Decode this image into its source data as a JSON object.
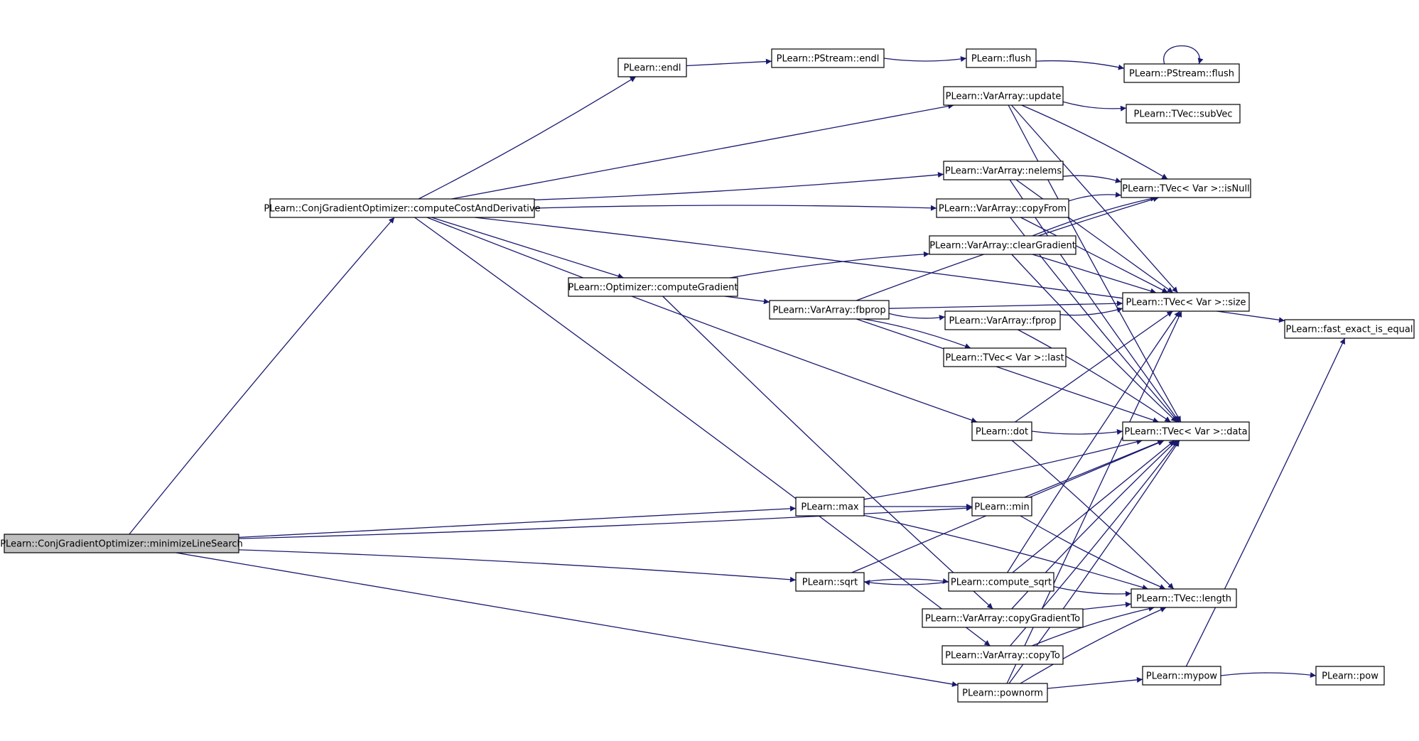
{
  "colors": {
    "edge": "#191970",
    "root_fill": "#bfbfbf",
    "node_fill": "#ffffff"
  },
  "nodes": {
    "root": "PLearn::ConjGradientOptimizer::minimizeLineSearch",
    "ccad": "PLearn::ConjGradientOptimizer::computeCostAndDerivative",
    "endl": "PLearn::endl",
    "psendl": "PLearn::PStream::endl",
    "flush": "PLearn::flush",
    "psflush": "PLearn::PStream::flush",
    "update": "PLearn::VarArray::update",
    "subvec": "PLearn::TVec::subVec",
    "nelems": "PLearn::VarArray::nelems",
    "isnull": "PLearn::TVec< Var >::isNull",
    "copyfrom": "PLearn::VarArray::copyFrom",
    "cleargrad": "PLearn::VarArray::clearGradient",
    "compgrad": "PLearn::Optimizer::computeGradient",
    "size": "PLearn::TVec< Var >::size",
    "fbprop": "PLearn::VarArray::fbprop",
    "fprop": "PLearn::VarArray::fprop",
    "fee": "PLearn::fast_exact_is_equal",
    "last": "PLearn::TVec< Var >::last",
    "dot": "PLearn::dot",
    "data": "PLearn::TVec< Var >::data",
    "max": "PLearn::max",
    "min": "PLearn::min",
    "sqrt": "PLearn::sqrt",
    "csqrt": "PLearn::compute_sqrt",
    "length": "PLearn::TVec::length",
    "cgt": "PLearn::VarArray::copyGradientTo",
    "copyto": "PLearn::VarArray::copyTo",
    "mypow": "PLearn::mypow",
    "pow": "PLearn::pow",
    "pownorm": "PLearn::pownorm"
  },
  "edges": [
    [
      "root",
      "ccad"
    ],
    [
      "root",
      "max"
    ],
    [
      "root",
      "min"
    ],
    [
      "root",
      "sqrt"
    ],
    [
      "root",
      "pownorm"
    ],
    [
      "ccad",
      "endl"
    ],
    [
      "ccad",
      "fee"
    ],
    [
      "ccad",
      "update"
    ],
    [
      "ccad",
      "nelems"
    ],
    [
      "ccad",
      "copyfrom"
    ],
    [
      "ccad",
      "compgrad"
    ],
    [
      "ccad",
      "dot"
    ],
    [
      "ccad",
      "copyto"
    ],
    [
      "endl",
      "psendl"
    ],
    [
      "psendl",
      "flush"
    ],
    [
      "flush",
      "psflush"
    ],
    [
      "psflush",
      "psflush"
    ],
    [
      "update",
      "subvec"
    ],
    [
      "update",
      "isnull"
    ],
    [
      "update",
      "size"
    ],
    [
      "update",
      "data"
    ],
    [
      "nelems",
      "isnull"
    ],
    [
      "nelems",
      "size"
    ],
    [
      "nelems",
      "data"
    ],
    [
      "copyfrom",
      "isnull"
    ],
    [
      "copyfrom",
      "size"
    ],
    [
      "copyfrom",
      "data"
    ],
    [
      "cleargrad",
      "isnull"
    ],
    [
      "cleargrad",
      "size"
    ],
    [
      "cleargrad",
      "data"
    ],
    [
      "compgrad",
      "cleargrad"
    ],
    [
      "compgrad",
      "fbprop"
    ],
    [
      "compgrad",
      "cgt"
    ],
    [
      "fbprop",
      "isnull"
    ],
    [
      "fbprop",
      "size"
    ],
    [
      "fbprop",
      "fprop"
    ],
    [
      "fbprop",
      "last"
    ],
    [
      "fbprop",
      "data"
    ],
    [
      "fprop",
      "size"
    ],
    [
      "fprop",
      "data"
    ],
    [
      "dot",
      "size"
    ],
    [
      "dot",
      "data"
    ],
    [
      "dot",
      "length"
    ],
    [
      "max",
      "min"
    ],
    [
      "max",
      "data"
    ],
    [
      "max",
      "length"
    ],
    [
      "min",
      "data"
    ],
    [
      "min",
      "length"
    ],
    [
      "sqrt",
      "csqrt"
    ],
    [
      "sqrt",
      "data"
    ],
    [
      "csqrt",
      "sqrt"
    ],
    [
      "csqrt",
      "size"
    ],
    [
      "csqrt",
      "data"
    ],
    [
      "csqrt",
      "length"
    ],
    [
      "cgt",
      "data"
    ],
    [
      "cgt",
      "length"
    ],
    [
      "copyto",
      "data"
    ],
    [
      "copyto",
      "length"
    ],
    [
      "pownorm",
      "size"
    ],
    [
      "pownorm",
      "data"
    ],
    [
      "pownorm",
      "length"
    ],
    [
      "pownorm",
      "mypow"
    ],
    [
      "mypow",
      "fee"
    ],
    [
      "mypow",
      "pow"
    ]
  ]
}
